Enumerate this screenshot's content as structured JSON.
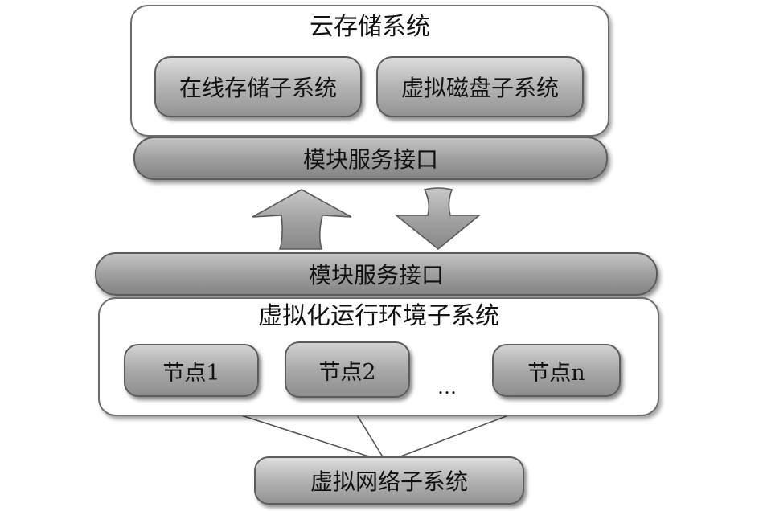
{
  "cloud_storage": {
    "title": "云存储系统",
    "subsystems": [
      {
        "label": "在线存储子系统"
      },
      {
        "label": "虚拟磁盘子系统"
      }
    ]
  },
  "upper_interface": {
    "label": "模块服务接口"
  },
  "lower_interface": {
    "label": "模块服务接口"
  },
  "virtualization": {
    "title": "虚拟化运行环境子系统",
    "nodes": [
      {
        "label": "节点1"
      },
      {
        "label": "节点2"
      },
      {
        "label": "节点n"
      }
    ],
    "ellipsis": "…"
  },
  "network": {
    "label": "虚拟网络子系统"
  }
}
